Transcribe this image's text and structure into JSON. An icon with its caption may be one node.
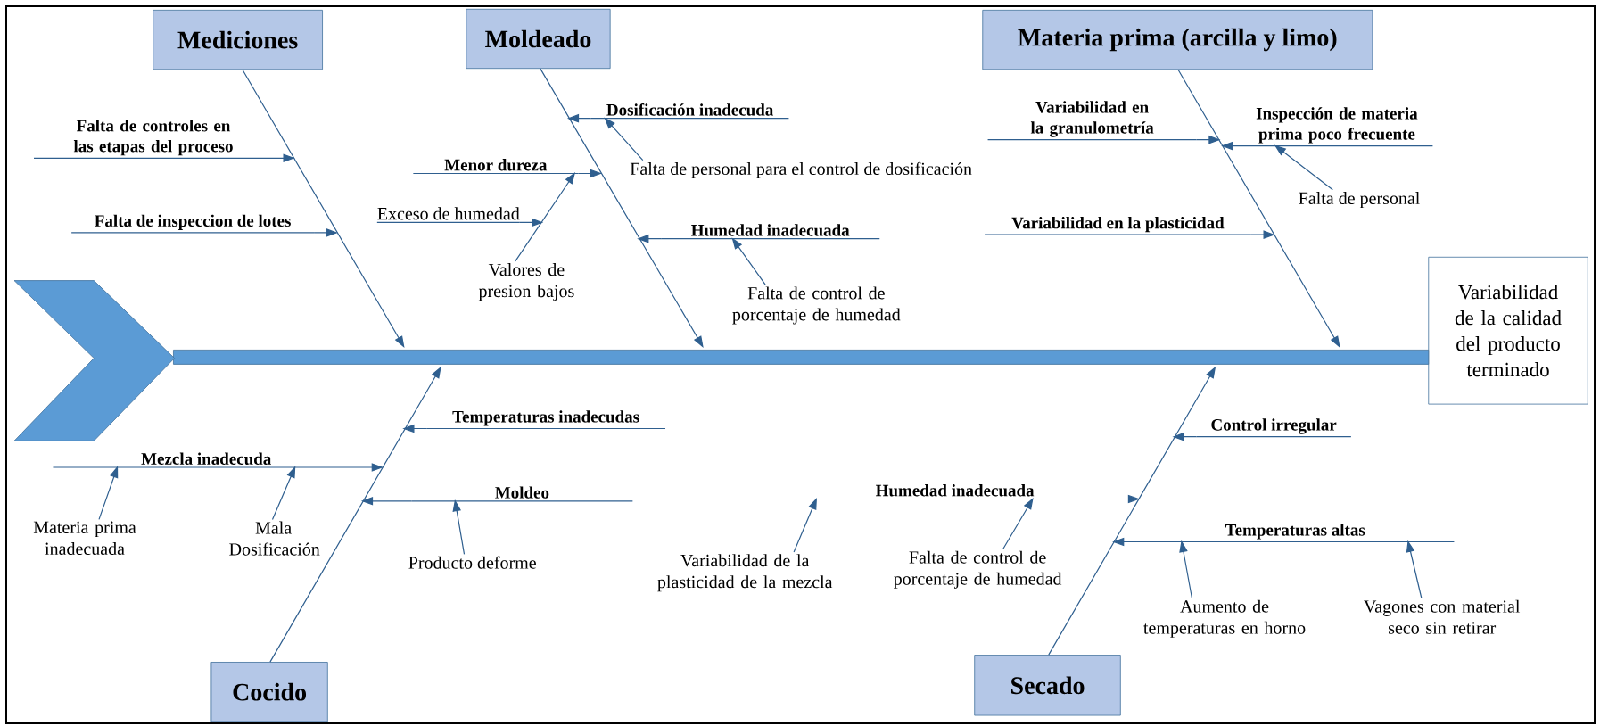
{
  "diagram": {
    "nodes": [
      {
        "text": [
          "Mediciones"
        ]
      },
      {
        "text": [
          "Moldeado"
        ]
      },
      {
        "text": [
          "Materia prima (arcilla y limo)"
        ]
      },
      {
        "text": [
          "Variabilidad de la calidad del producto terminado"
        ]
      },
      {
        "text": [],
        "shape": "bar"
      },
      {
        "text": [
          "Falta de controles en las etapas del proceso"
        ]
      },
      {
        "text": [
          "Falta de inspeccion de lotes"
        ]
      },
      {
        "text": [
          "Dosificación inadecuda"
        ]
      },
      {
        "text": [
          "Falta de personal para el control de dosificación"
        ]
      },
      {
        "text": [
          "Menor dureza"
        ]
      },
      {
        "text": [
          "Exceso de humedad"
        ]
      },
      {
        "text": [
          "Valores de presion bajos"
        ]
      },
      {
        "text": [
          "Humedad inadecuada"
        ]
      },
      {
        "text": [
          "Falta de control de porcentaje de humedad"
        ]
      },
      {
        "text": [
          "Variabilidad en la granulometría"
        ]
      },
      {
        "text": [
          "Inspección de materia prima poco frecuente"
        ]
      },
      {
        "text": [
          "Falta de personal"
        ]
      },
      {
        "text": [
          "Variabilidad en la plasticidad"
        ]
      },
      {
        "text": [
          "Temperaturas inadecudas"
        ]
      },
      {
        "text": [
          "Mezcla inadecuda"
        ]
      },
      {
        "text": [
          "Materia prima inadecuada"
        ]
      },
      {
        "text": [
          "Mala Dosificación"
        ]
      },
      {
        "text": [
          "Moldeo"
        ]
      },
      {
        "text": [
          "Producto deforme"
        ]
      },
      {
        "text": [
          "Control irregular"
        ]
      },
      {
        "text": [
          "Humedad inadecuada"
        ]
      },
      {
        "text": [
          "Variabilidad de la plasticidad de la mezcla"
        ]
      },
      {
        "text": [
          "Falta de control de porcentaje de humedad"
        ]
      },
      {
        "text": [
          "Temperaturas altas"
        ]
      },
      {
        "text": [
          "Aumento de temperaturas en horno"
        ]
      },
      {
        "text": [
          "Vagones con material seco sin retirar"
        ]
      },
      {
        "text": [
          "Cocido"
        ]
      },
      {
        "text": [
          "Secado"
        ]
      },
      {
        "text": [],
        "shape": "chevron"
      }
    ],
    "edges": [
      {
        "from": 0,
        "to": 4,
        "arrow": "to"
      },
      {
        "from": 1,
        "to": 4,
        "arrow": "to"
      },
      {
        "from": 2,
        "to": 4,
        "arrow": "to"
      },
      {
        "from": 31,
        "to": 4,
        "arrow": "to"
      },
      {
        "from": 32,
        "to": 4,
        "arrow": "to"
      },
      {
        "from": 5,
        "to": null,
        "arrow": "to"
      },
      {
        "from": 6,
        "to": null,
        "arrow": "to"
      },
      {
        "from": 7,
        "to": null,
        "arrow": "to"
      },
      {
        "from": 8,
        "to": 7,
        "arrow": "to"
      },
      {
        "from": 9,
        "to": null,
        "arrow": "to"
      },
      {
        "from": 10,
        "to": null,
        "arrow": "to"
      },
      {
        "from": 11,
        "to": 9,
        "arrow": "to"
      },
      {
        "from": 12,
        "to": null,
        "arrow": "to"
      },
      {
        "from": 13,
        "to": 12,
        "arrow": "to"
      },
      {
        "from": 14,
        "to": null,
        "arrow": "to"
      },
      {
        "from": 15,
        "to": null,
        "arrow": "to"
      },
      {
        "from": 16,
        "to": 15,
        "arrow": "to"
      },
      {
        "from": 17,
        "to": null,
        "arrow": "to"
      },
      {
        "from": 18,
        "to": null,
        "arrow": "to"
      },
      {
        "from": 19,
        "to": null,
        "arrow": "to"
      },
      {
        "from": 20,
        "to": 19,
        "arrow": "to"
      },
      {
        "from": 21,
        "to": 19,
        "arrow": "to"
      },
      {
        "from": 22,
        "to": null,
        "arrow": "to"
      },
      {
        "from": 23,
        "to": 22,
        "arrow": "to"
      },
      {
        "from": 24,
        "to": null,
        "arrow": "to"
      },
      {
        "from": 25,
        "to": null,
        "arrow": "to"
      },
      {
        "from": 26,
        "to": 25,
        "arrow": "to"
      },
      {
        "from": 27,
        "to": 25,
        "arrow": "to"
      },
      {
        "from": 28,
        "to": null,
        "arrow": "to"
      },
      {
        "from": 29,
        "to": 28,
        "arrow": "to"
      },
      {
        "from": 30,
        "to": 28,
        "arrow": "to"
      }
    ]
  }
}
